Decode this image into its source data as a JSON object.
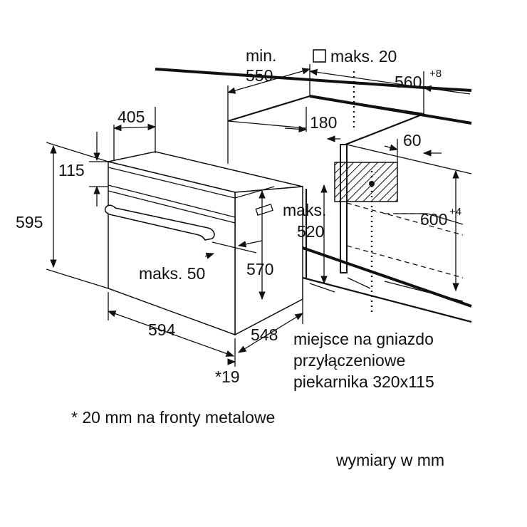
{
  "diagram": {
    "dimensions": {
      "min_label": "min.",
      "min_depth": "550",
      "max_gap": "maks. 20",
      "niche_width": "560",
      "niche_width_tol": "+8",
      "depth_405": "405",
      "depth_180": "180",
      "depth_60": "60",
      "height_115": "115",
      "height_595": "595",
      "niche_height": "600",
      "niche_height_tol": "+4",
      "max_label": "maks.",
      "max_520": "520",
      "max_50": "maks. 50",
      "height_570": "570",
      "width_594": "594",
      "width_548": "548",
      "front_19": "*19"
    },
    "socket_note": {
      "line1": "miejsce na gniazdo",
      "line2": "przyłączeniowe",
      "line3": "piekarnika 320x115"
    },
    "footnote": "* 20 mm na fronty metalowe",
    "units_note": "wymiary w mm"
  }
}
